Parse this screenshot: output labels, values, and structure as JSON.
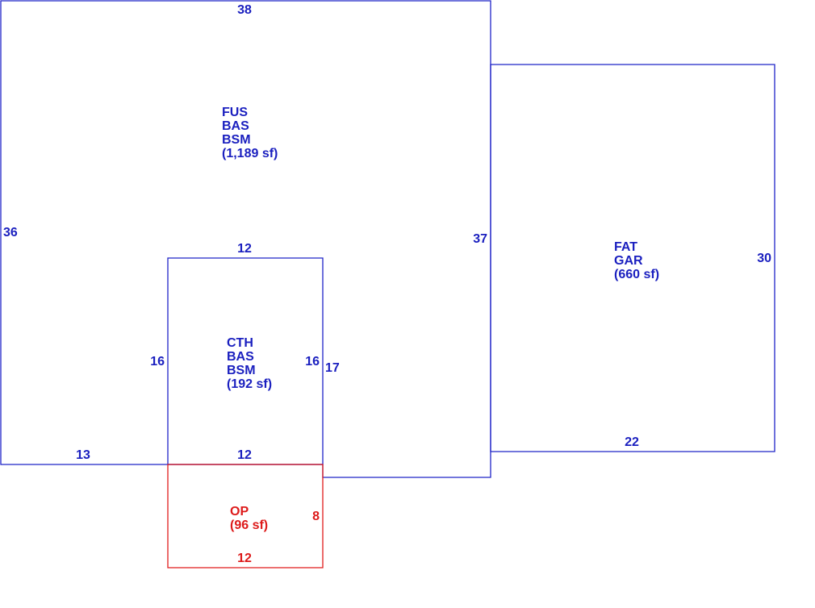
{
  "colors": {
    "main": "#1a1fbf",
    "porch": "#dd1a1a"
  },
  "areas": {
    "main_house": {
      "codes": [
        "FUS",
        "BAS",
        "BSM"
      ],
      "area_text": "(1,189 sf)",
      "dims": {
        "top": "38",
        "left": "36",
        "right": "37",
        "bottom_left": "13"
      }
    },
    "garage": {
      "codes": [
        "FAT",
        "GAR"
      ],
      "area_text": "(660 sf)",
      "dims": {
        "right": "30",
        "bottom": "22"
      }
    },
    "cth": {
      "codes": [
        "CTH",
        "BAS",
        "BSM"
      ],
      "area_text": "(192 sf)",
      "dims": {
        "top": "12",
        "left": "16",
        "right_inner": "16",
        "right_outer": "17",
        "bottom": "12"
      }
    },
    "porch": {
      "codes": [
        "OP"
      ],
      "area_text": "(96 sf)",
      "dims": {
        "right": "8",
        "bottom": "12"
      }
    }
  }
}
